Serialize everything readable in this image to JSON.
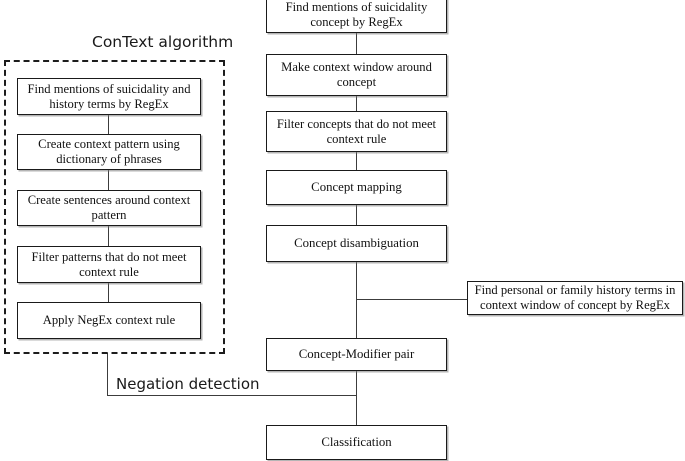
{
  "figure": {
    "type": "flowchart",
    "orientation": "top-to-bottom",
    "background_color": "#ffffff",
    "box_border_color": "#1a1a1a",
    "connector_color": "#3c3c3c",
    "group_border_color": "#1c1c1c"
  },
  "captions": {
    "context_algorithm": "ConText algorithm",
    "negation_detection": "Negation detection"
  },
  "left_pipeline": {
    "title": "ConText algorithm",
    "steps": [
      {
        "id": "l1",
        "label": "Find mentions of suicidality and history terms by RegEx"
      },
      {
        "id": "l2",
        "label": "Create context pattern using dictionary of phrases"
      },
      {
        "id": "l3",
        "label": "Create sentences around context pattern"
      },
      {
        "id": "l4",
        "label": "Filter patterns that do not meet context rule"
      },
      {
        "id": "l5",
        "label": "Apply NegEx context rule"
      }
    ]
  },
  "main_pipeline": {
    "steps": [
      {
        "id": "m1",
        "label": "Find mentions of suicidality concept by RegEx"
      },
      {
        "id": "m2",
        "label": "Make context window around concept"
      },
      {
        "id": "m3",
        "label": "Filter concepts that do not meet context rule"
      },
      {
        "id": "m4",
        "label": "Concept mapping"
      },
      {
        "id": "m5",
        "label": "Concept disambiguation"
      },
      {
        "id": "m6",
        "label": "Concept-Modifier pair"
      },
      {
        "id": "m7",
        "label": "Classification"
      }
    ]
  },
  "side_branch": {
    "steps": [
      {
        "id": "s1",
        "label": "Find personal or family history terms in context window of concept by RegEx"
      }
    ]
  }
}
